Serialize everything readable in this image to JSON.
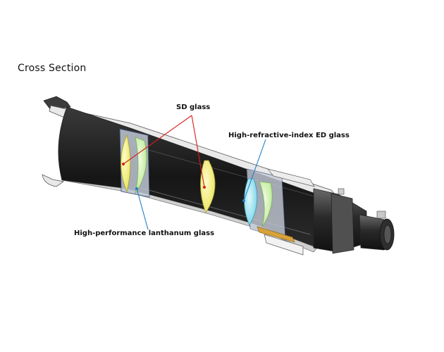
{
  "title": "Cross Section",
  "labels": {
    "sd_glass": "SD glass",
    "ed_glass": "High-refractive-index ED glass",
    "lanthanum_glass": "High-performance lanthanum glass"
  },
  "colors": {
    "tube_black": "#1c1c1c",
    "tube_outer": "#dcdcdc",
    "lens_yellow": "#f3f07a",
    "lens_green": "#c8f0a8",
    "lens_cyan": "#8fe0ee",
    "leader_red": "#d81e1e",
    "leader_blue": "#1f7fc8",
    "brass": "#d8a23a"
  }
}
